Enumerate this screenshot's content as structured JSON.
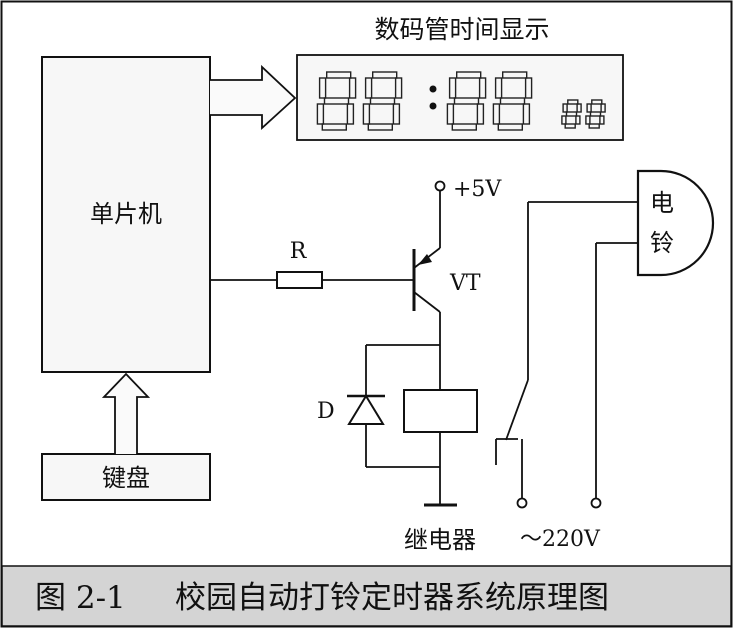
{
  "diagram": {
    "display_title": "数码管时间显示",
    "mcu_label": "单片机",
    "keyboard_label": "键盘",
    "resistor_label": "R",
    "transistor_label": "VT",
    "supply_label": "+5V",
    "diode_label": "D",
    "relay_label": "继电器",
    "bell_label_1": "电",
    "bell_label_2": "铃",
    "mains_label": "～220V"
  },
  "caption": {
    "figure_number": "图 2-1",
    "title": "校园自动打铃定时器系统原理图"
  },
  "colors": {
    "line": "#111111",
    "panel_fill": "#f7f7f7",
    "caption_bg": "#d4d4d4",
    "segment": "#222222"
  }
}
